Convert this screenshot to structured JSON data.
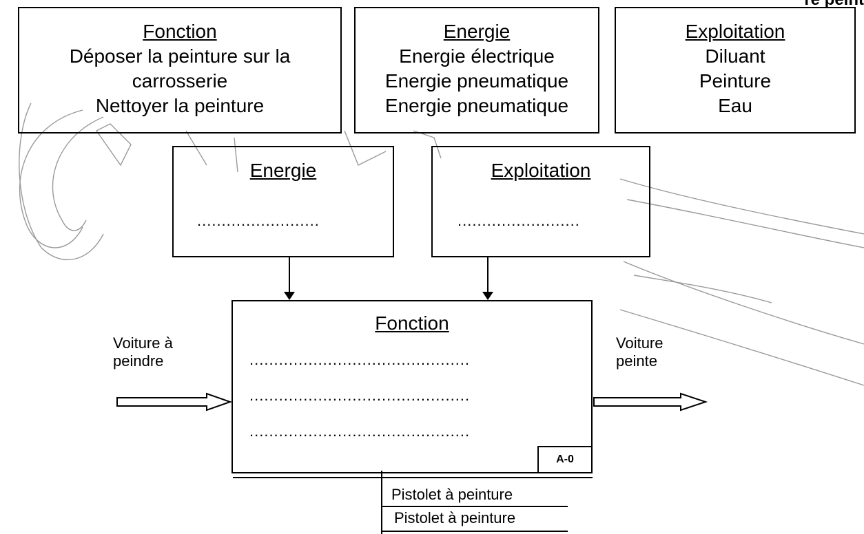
{
  "top_corner_text": "re peint",
  "reference_boxes": {
    "fonction": {
      "title": "Fonction",
      "lines": [
        "Déposer la peinture sur la",
        "carrosserie",
        "Nettoyer la peinture"
      ]
    },
    "energie": {
      "title": "Energie",
      "lines": [
        "Energie électrique",
        "Energie pneumatique",
        "Energie pneumatique"
      ]
    },
    "exploitation": {
      "title": "Exploitation",
      "lines": [
        "Diluant",
        "Peinture",
        "Eau"
      ]
    }
  },
  "mid_boxes": {
    "energie": {
      "title": "Energie",
      "blank": "........................."
    },
    "exploitation": {
      "title": "Exploitation",
      "blank": "........................."
    }
  },
  "main_box": {
    "title": "Fonction",
    "blanks": [
      ".............................................",
      ".............................................",
      "............................................."
    ],
    "tag": "A-0"
  },
  "input_label": "Voiture à\npeindre",
  "output_label": "Voiture\npeinte",
  "support_labels": [
    "Pistolet à peinture",
    "Pistolet à peinture"
  ],
  "colors": {
    "line": "#000000",
    "watermark": "#9a9a9a"
  }
}
